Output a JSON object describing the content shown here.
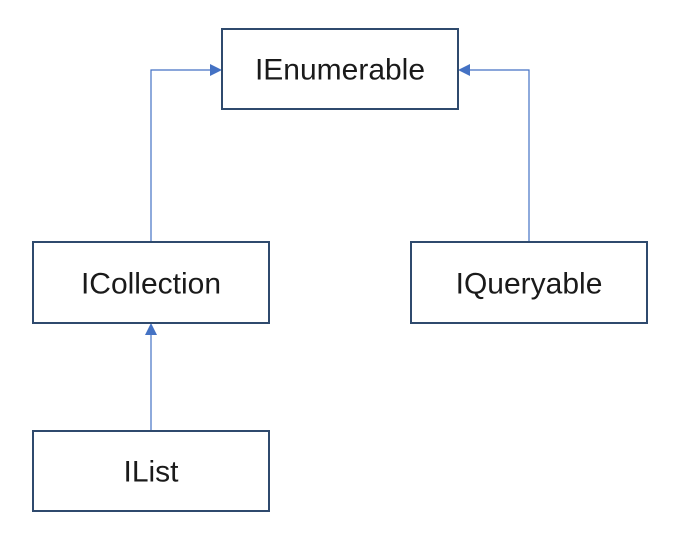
{
  "nodes": {
    "ienumerable": {
      "label": "IEnumerable"
    },
    "icollection": {
      "label": "ICollection"
    },
    "iqueryable": {
      "label": "IQueryable"
    },
    "ilist": {
      "label": "IList"
    }
  },
  "edges": [
    {
      "from": "icollection",
      "to": "ienumerable"
    },
    {
      "from": "iqueryable",
      "to": "ienumerable"
    },
    {
      "from": "ilist",
      "to": "icollection"
    }
  ],
  "colors": {
    "box_border": "#2f4a6d",
    "connector": "#4472c4",
    "text": "#1a1a1a"
  }
}
